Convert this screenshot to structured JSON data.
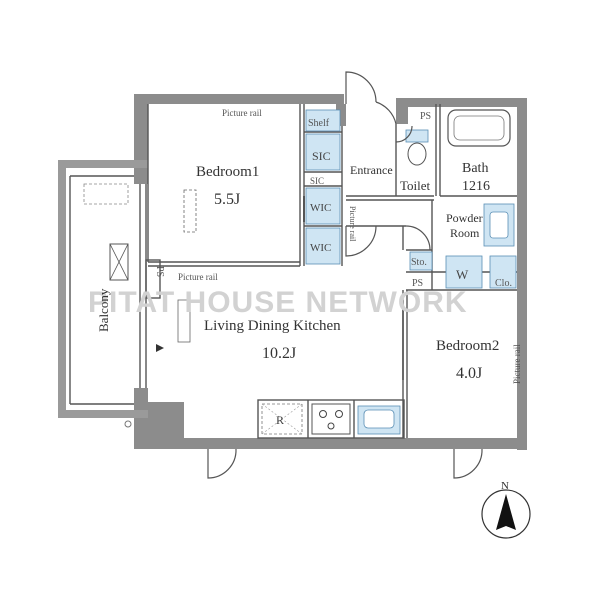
{
  "rooms": {
    "bedroom1": {
      "name": "Bedroom1",
      "size": "5.5J"
    },
    "ldk": {
      "name": "Living Dining Kitchen",
      "size": "10.2J"
    },
    "bedroom2": {
      "name": "Bedroom2",
      "size": "4.0J"
    },
    "bath": {
      "name": "Bath",
      "size": "1216"
    },
    "toilet": "Toilet",
    "entrance": "Entrance",
    "powder_room_line1": "Powder",
    "powder_room_line2": "Room",
    "balcony": "Balcony"
  },
  "labels": {
    "shelf": "Shelf",
    "sic": "SIC",
    "shoe": "SIC",
    "wic1": "WIC",
    "wic2": "WIC",
    "ps_balcony": "PS",
    "ps_top": "PS",
    "ps_bottom": "PS",
    "sto": "Sto.",
    "washer": "W",
    "clo": "Clo.",
    "fridge": "R",
    "picture_rail_bedroom1": "Picture rail",
    "picture_rail_ldk": "Picture rail",
    "picture_rail_wic": "Picture rail",
    "picture_rail_bedroom2": "Picture rail"
  },
  "watermark": "PITAT HOUSE NETWORK",
  "compass": {
    "letter": "N"
  },
  "colors": {
    "wall": "#8c8c8c",
    "wall_dark": "#7a7a7a",
    "line": "#555555",
    "fixture_blue": "#cfe5f3",
    "fixture_stroke": "#5a8fb5",
    "watermark": "#d2d2d2"
  }
}
